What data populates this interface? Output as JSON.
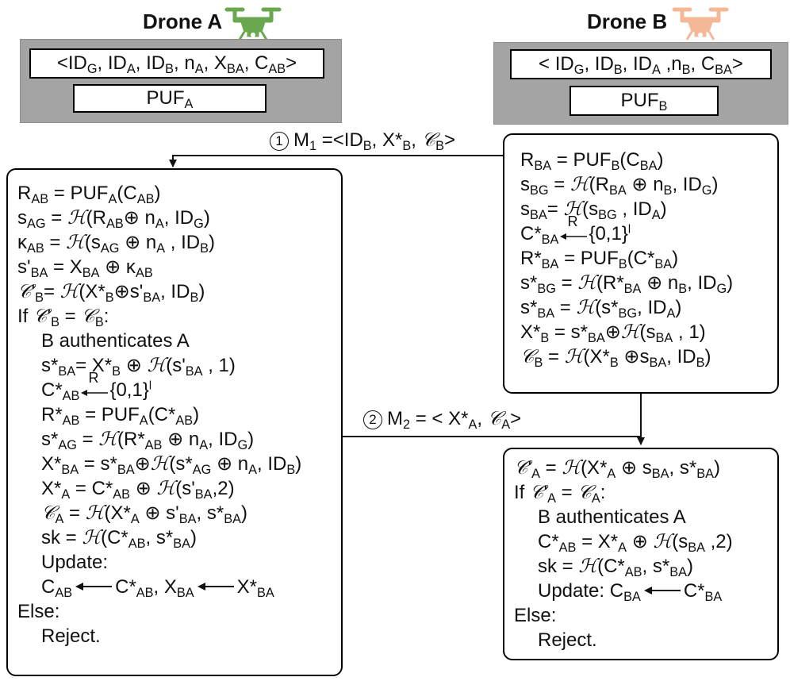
{
  "drone_a": {
    "title": "Drone A",
    "stored": "<IDG, IDA, IDB, nA, XBA, CAB>",
    "puf": "PUFA",
    "icon_color": "#6aa84f"
  },
  "drone_b": {
    "title": "Drone B",
    "stored": "< IDG, IDB, IDA ,nB, CBA>",
    "puf": "PUFB",
    "icon_color": "#f4b896"
  },
  "messages": {
    "m1_num": "1",
    "m1": "M1 =<IDB, X*B, 𝒞B>",
    "m2_num": "2",
    "m2": "M2 = < X*A, 𝒞A>"
  },
  "drone_b_steps": [
    "RBA = PUFB(CBA)",
    "sBG = ℋ(RBA ⊕ nB, IDG)",
    "sBA= ℋ(sBG , IDA)",
    "C*BA ←R {0,1}l",
    "R*BA = PUFB(C*BA)",
    "s*BG = ℋ(R*BA ⊕ nB, IDG)",
    "s*BA = ℋ(s*BG, IDA)",
    "X*B = s*BA⊕ℋ(sBA , 1)",
    "𝒞B = ℋ(X*B ⊕sBA, IDB)"
  ],
  "drone_a_steps": [
    "RAB = PUFA(CAB)",
    "sAG = ℋ(RAB⊕ nA, IDG)",
    "κAB = ℋ(sAG ⊕ nA , IDB)",
    "s'BA = XBA ⊕ κAB",
    "𝒞'B= ℋ(X*B⊕s'BA, IDB)",
    "If 𝒞'B = 𝒞B:",
    "B authenticates A",
    "s*BA= X*B ⊕ ℋ(s'BA , 1)",
    "C*AB ←R {0,1}l",
    "R*AB = PUFA(C*AB)",
    "s*AG = ℋ(R*AB ⊕ nA, IDG)",
    "X*BA = s*BA⊕ℋ(s*AG ⊕ nA, IDB)",
    "X*A = C*AB ⊕ ℋ(s'BA,2)",
    "𝒞A = ℋ(X*A ⊕ s'BA, s*BA)",
    "sk = ℋ(C*AB, s*BA)",
    "Update:",
    "CAB ← C*AB, XBA ← X*BA",
    "Else:",
    "Reject."
  ],
  "drone_b_verify": [
    "𝒞'A = ℋ(X*A ⊕ sBA, s*BA)",
    "If 𝒞'A = 𝒞A:",
    "B authenticates A",
    "C*AB = X*A ⊕ ℋ(sBA ,2)",
    "sk = ℋ(C*AB, s*BA)",
    "Update: CBA ← C*BA",
    "Else:",
    "Reject."
  ]
}
